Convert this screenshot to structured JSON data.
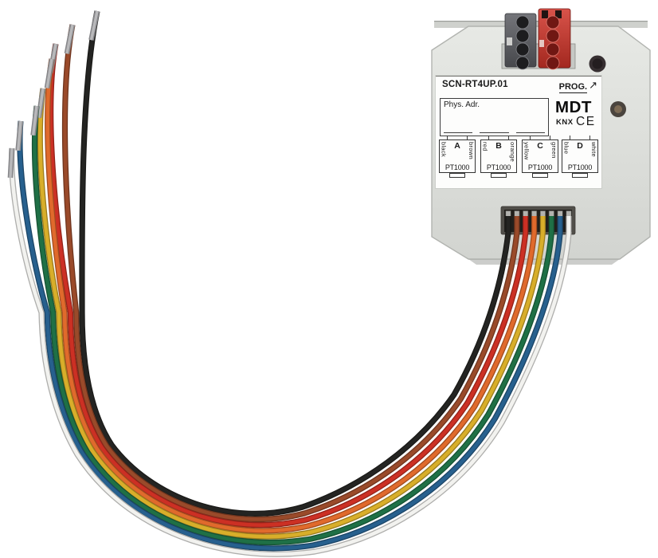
{
  "image_type": "product_photo",
  "product": {
    "model": "SCN-RT4UP.01",
    "prog_label": "PROG.",
    "prog_arrow": "↗",
    "phys_label": "Phys. Adr.",
    "brand": "MDT",
    "knx_label": "KNX",
    "ce_label": "CE",
    "colors": {
      "background": "#ffffff",
      "device_body": "#dfe1dd",
      "device_edge": "#b2b4b0",
      "back_plate": "#cfd1cd",
      "label_bg": "#fdfdfc",
      "label_ink": "#1a1a1a",
      "connector_gray": "#5b5c60",
      "connector_gray_hole": "#1d1d1f",
      "connector_red": "#c63c34",
      "connector_red_hole": "#701713",
      "slot_frame": "#514f4a",
      "slot_opening": "#211f1c",
      "clamp_metal": "#b2b2ae",
      "prog_button": "#362f31",
      "led": "#4a443e",
      "led_center": "#7c6a54",
      "ferrule": "#b9b9bb",
      "shadow": "#a2a4a0"
    }
  },
  "channels": [
    {
      "id": "A",
      "left_wire": "black",
      "right_wire": "brown",
      "sensor": "PT1000"
    },
    {
      "id": "B",
      "left_wire": "red",
      "right_wire": "orange",
      "sensor": "PT1000"
    },
    {
      "id": "C",
      "left_wire": "yellow",
      "right_wire": "green",
      "sensor": "PT1000"
    },
    {
      "id": "D",
      "left_wire": "blue",
      "right_wire": "white",
      "sensor": "PT1000"
    }
  ],
  "wires": [
    {
      "name": "black",
      "color": "#242422"
    },
    {
      "name": "brown",
      "color": "#9a4a2a"
    },
    {
      "name": "red",
      "color": "#cc3024"
    },
    {
      "name": "orange",
      "color": "#e06a2c"
    },
    {
      "name": "yellow",
      "color": "#d8ae2a"
    },
    {
      "name": "green",
      "color": "#1f7046"
    },
    {
      "name": "blue",
      "color": "#27608e"
    },
    {
      "name": "white",
      "color": "#f2f2ef"
    }
  ]
}
